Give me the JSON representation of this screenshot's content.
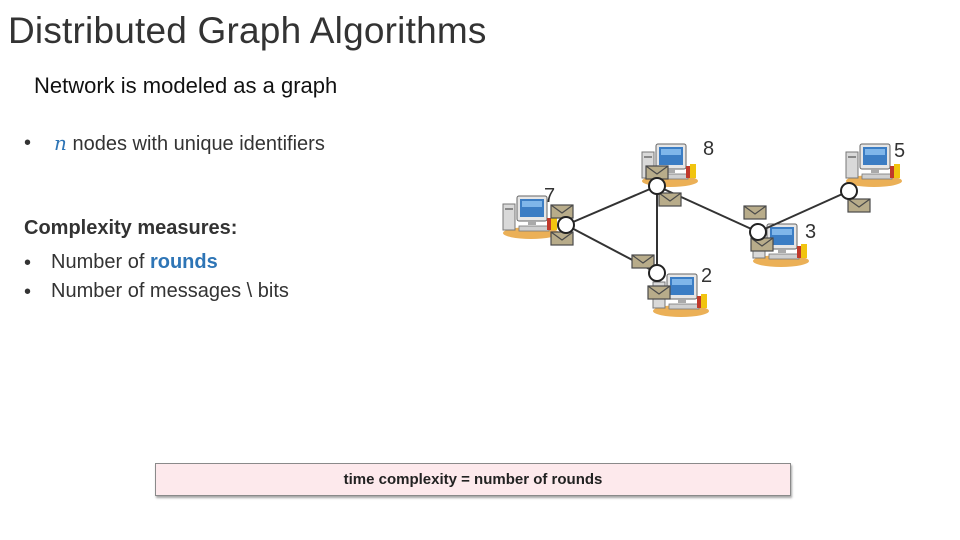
{
  "slide": {
    "title": "Distributed Graph Algorithms",
    "subtitle": "Network is modeled as a graph",
    "bullet_symbol": "•",
    "nodes_bullet": {
      "variable": "n",
      "text": "nodes with unique identifiers"
    },
    "complexity_heading": "Complexity measures:",
    "measure_1": {
      "prefix": "Number of",
      "highlight": "rounds"
    },
    "measure_2": "Number of messages \\ bits",
    "formula": "time complexity = number of rounds"
  },
  "graph": {
    "node_ids": [
      "7",
      "8",
      "5",
      "3",
      "2"
    ],
    "icon": "computer-icon",
    "message_icon": "envelope-icon",
    "colors": {
      "node_stroke": "#222222",
      "edge": "#333333",
      "envelope_fill": "#b8ac8a",
      "envelope_stroke": "#4a4a4a",
      "highlight": "#2e75b6"
    }
  }
}
